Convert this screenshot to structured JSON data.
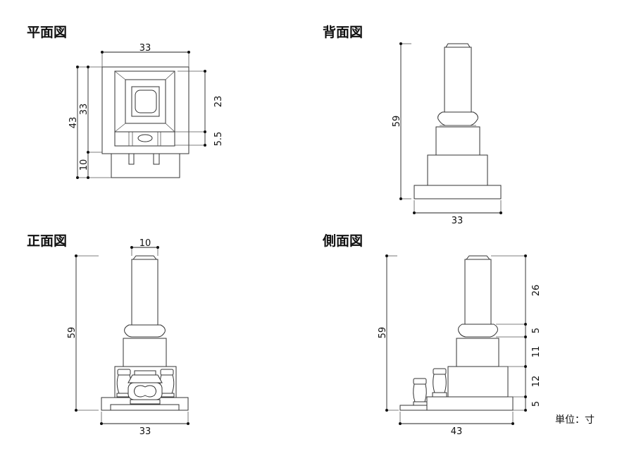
{
  "views": {
    "plan": {
      "title": "平面図",
      "dims": {
        "width": "33",
        "total_depth": "43",
        "depth": "33",
        "front": "10",
        "upper": "23",
        "band": "5.5"
      }
    },
    "back": {
      "title": "背面図",
      "dims": {
        "height": "59",
        "width": "33"
      }
    },
    "front": {
      "title": "正面図",
      "dims": {
        "column_width": "10",
        "height": "59",
        "width": "33"
      }
    },
    "side": {
      "title": "側面図",
      "dims": {
        "height": "59",
        "width": "43",
        "column": "26",
        "ring": "5",
        "block1": "11",
        "block2": "12",
        "base": "5"
      }
    }
  },
  "unit_label": "単位：寸"
}
